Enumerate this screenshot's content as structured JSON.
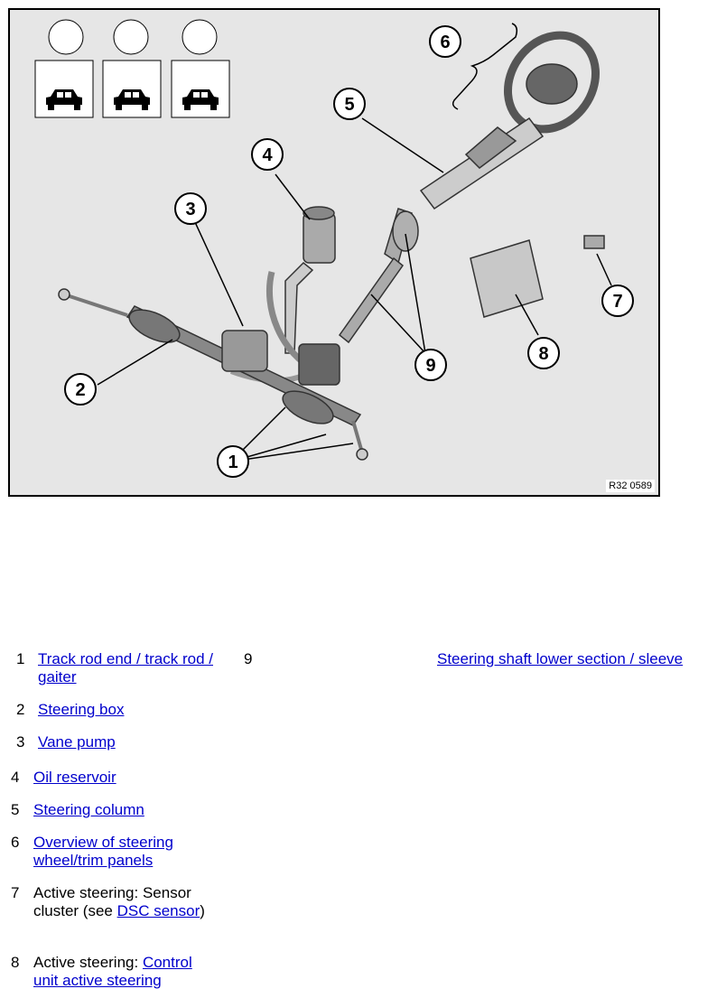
{
  "figure": {
    "reference": "R32 0589",
    "callouts": [
      "1",
      "2",
      "3",
      "4",
      "5",
      "6",
      "7",
      "8",
      "9"
    ]
  },
  "legend": [
    {
      "num": "1",
      "text_before": "",
      "link": "Track rod end / track rod / gaiter",
      "text_after": ""
    },
    {
      "num": "2",
      "text_before": "",
      "link": "Steering box",
      "text_after": ""
    },
    {
      "num": "3",
      "text_before": "",
      "link": "Vane pump",
      "text_after": ""
    },
    {
      "num": "4",
      "text_before": "",
      "link": "Oil reservoir",
      "text_after": ""
    },
    {
      "num": "5",
      "text_before": "",
      "link": "Steering column",
      "text_after": ""
    },
    {
      "num": "6",
      "text_before": "",
      "link": "Overview of steering wheel/trim panels",
      "text_after": ""
    },
    {
      "num": "7",
      "text_before": "Active steering: Sensor cluster (see ",
      "link": "DSC sensor",
      "text_after": ")"
    },
    {
      "num": "8",
      "text_before": "Active steering: ",
      "link": "Control unit active steering",
      "text_after": ""
    },
    {
      "num": "9",
      "text_before": "",
      "link": "Steering shaft lower section / sleeve",
      "text_after": ""
    }
  ]
}
